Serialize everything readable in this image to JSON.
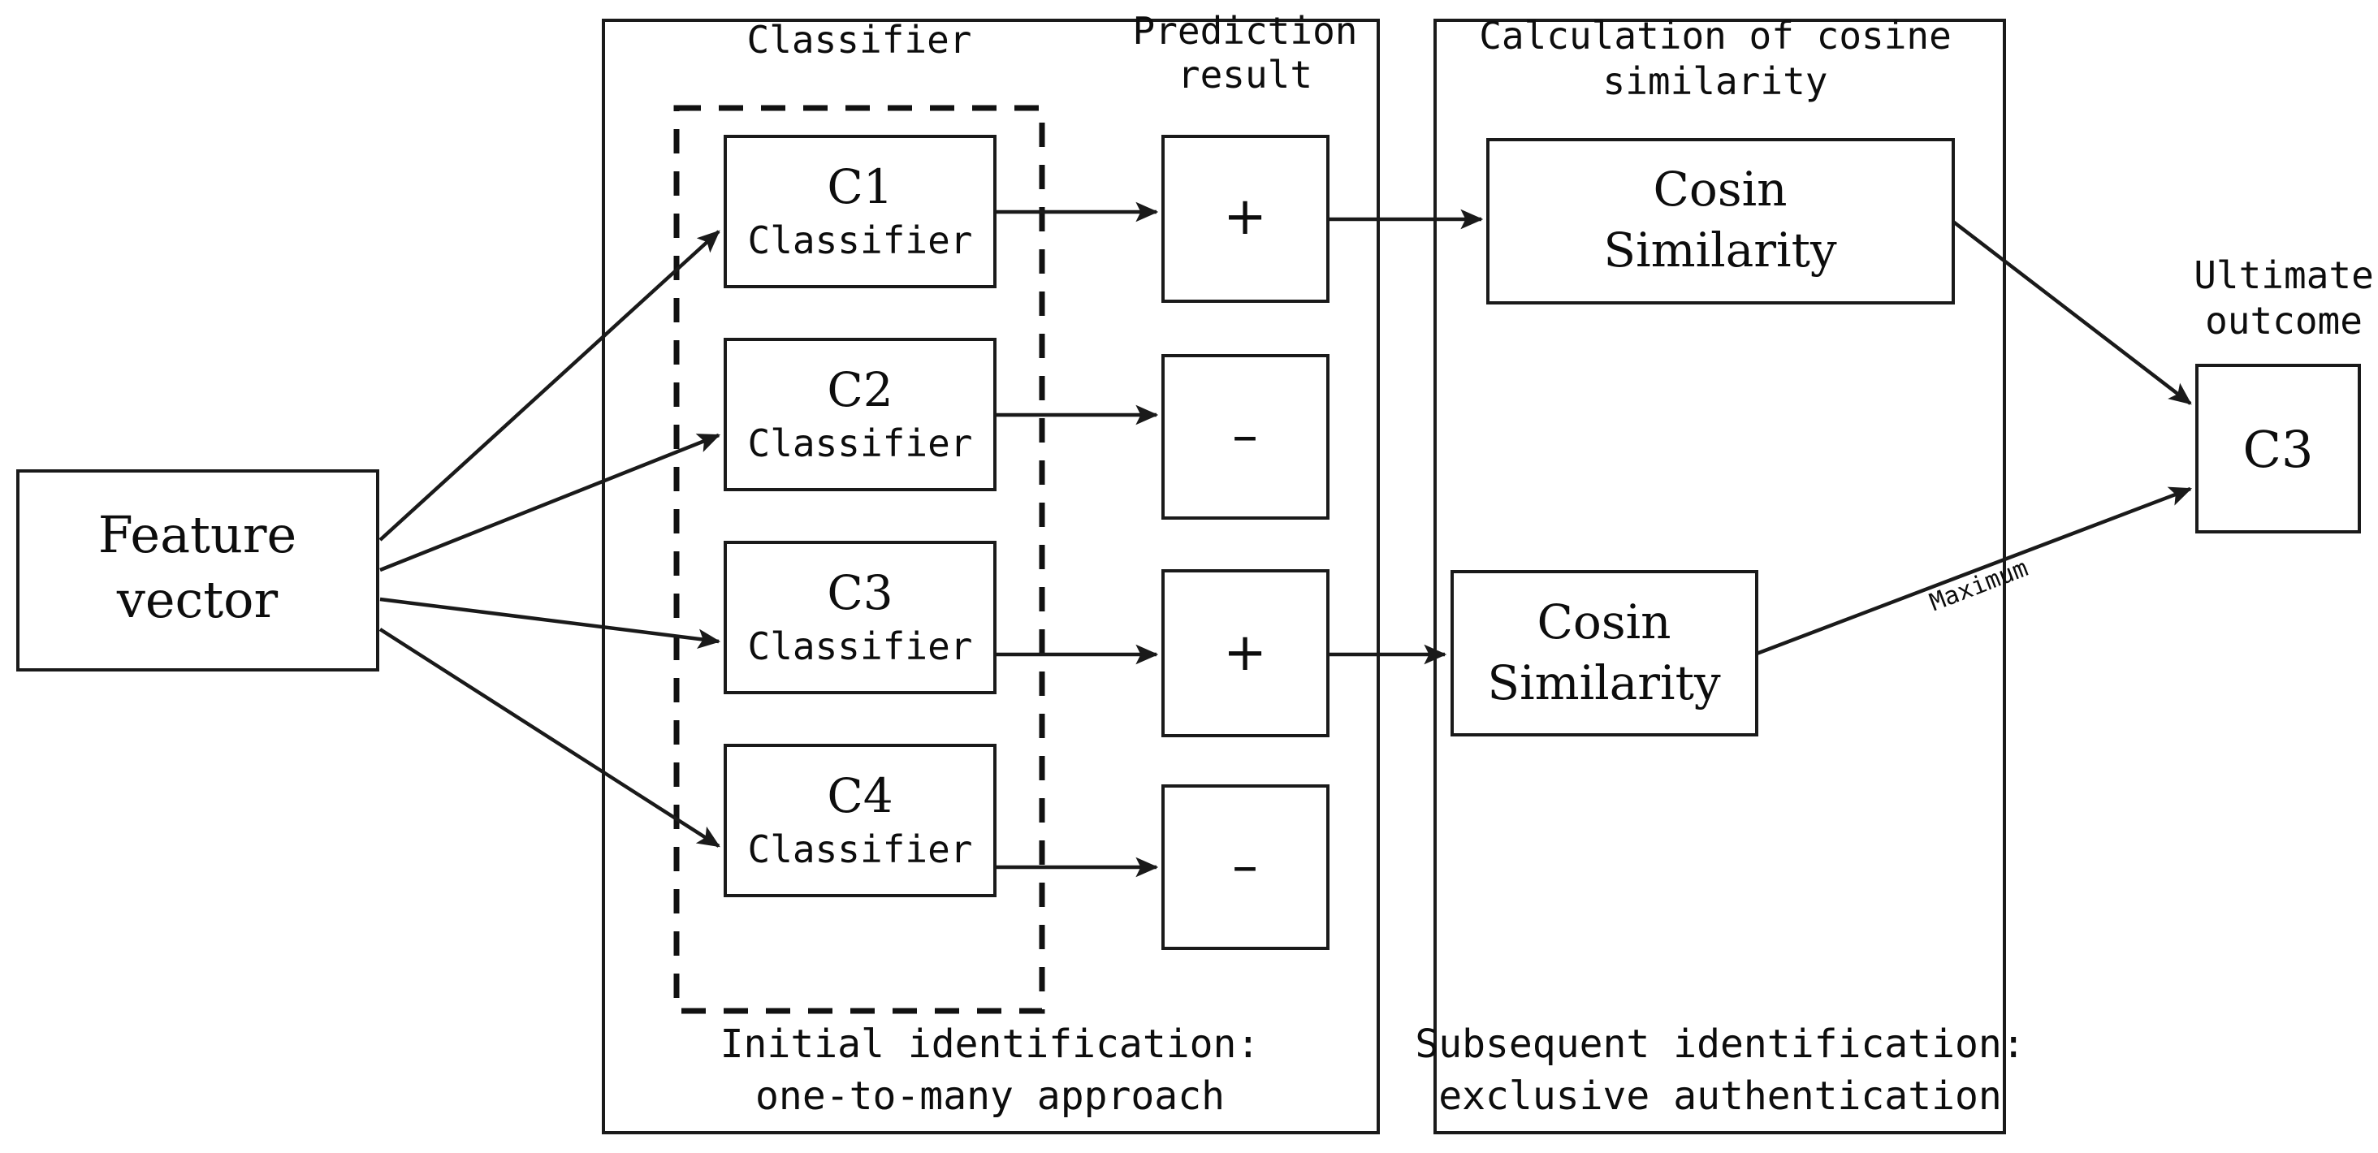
{
  "diagram": {
    "title": "Two-stage classification and cosine-similarity identification pipeline",
    "input": {
      "label_line1": "Feature",
      "label_line2": "vector"
    },
    "stage1": {
      "header_classifier": "Classifier",
      "header_prediction_line1": "Prediction",
      "header_prediction_line2": "result",
      "caption_line1": "Initial identification:",
      "caption_line2": "one-to-many approach",
      "classifiers": [
        {
          "id": "C1",
          "name": "C1",
          "sub": "Classifier",
          "prediction": "+"
        },
        {
          "id": "C2",
          "name": "C2",
          "sub": "Classifier",
          "prediction": "–"
        },
        {
          "id": "C3",
          "name": "C3",
          "sub": "Classifier",
          "prediction": "+"
        },
        {
          "id": "C4",
          "name": "C4",
          "sub": "Classifier",
          "prediction": "–"
        }
      ]
    },
    "stage2": {
      "header_line1": "Calculation of cosine",
      "header_line2": "similarity",
      "caption_line1": "Subsequent identification:",
      "caption_line2": "exclusive authentication",
      "blocks": [
        {
          "line1": "Cosin",
          "line2": "Similarity"
        },
        {
          "line1": "Cosin",
          "line2": "Similarity"
        }
      ]
    },
    "output": {
      "header_line1": "Ultimate",
      "header_line2": "outcome",
      "label": "C3",
      "edge_label": "Maximum"
    },
    "colors": {
      "stroke": "#1a1a1a",
      "text": "#0d0d0d",
      "background": "#ffffff"
    }
  }
}
